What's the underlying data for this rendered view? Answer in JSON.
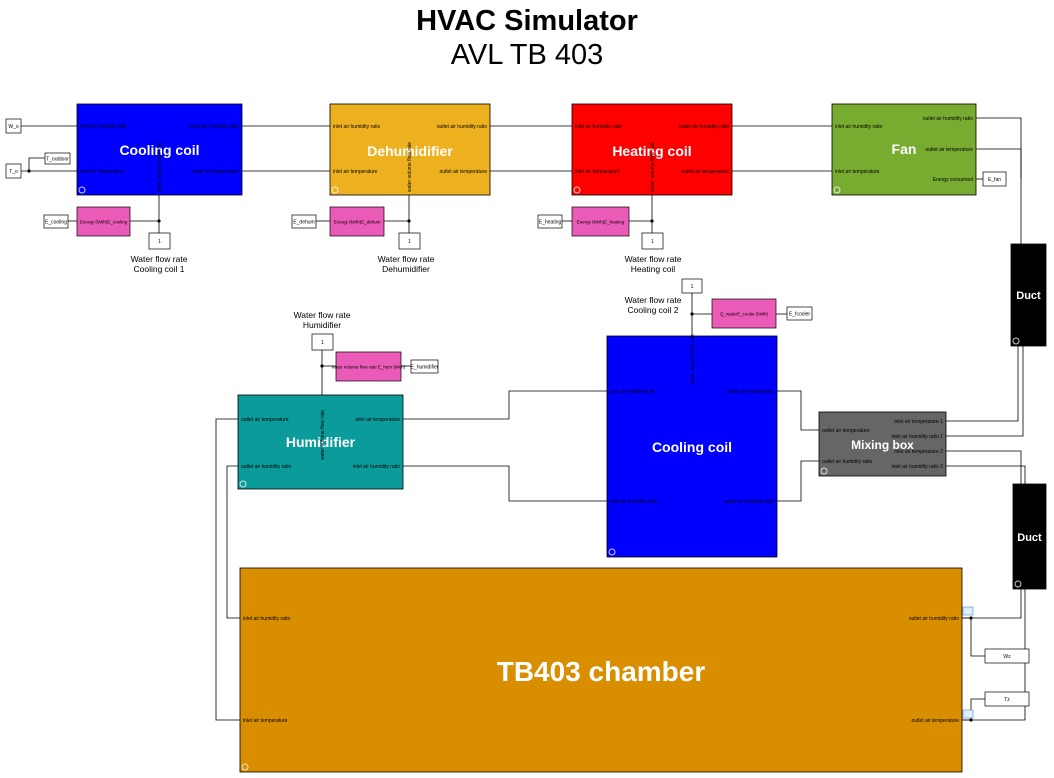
{
  "title": "HVAC Simulator",
  "subtitle": "AVL TB 403",
  "colors": {
    "cooling": "#0000ff",
    "dehumidifier": "#edb120",
    "heating": "#ff0000",
    "fan": "#77ac30",
    "humidifier": "#0b9b9b",
    "mixing": "#666666",
    "chamber": "#d98e00",
    "duct": "#000000",
    "energy": "#ea5bb8",
    "line": "#000000"
  },
  "blocks": {
    "cooling_coil_1": {
      "label": "Cooling coil",
      "ports": {
        "in_hum": "inlet air humidity ratio",
        "out_hum": "outlet air humidity ratio",
        "in_temp": "inlet air temperature",
        "out_temp": "outlet air temperature",
        "flow": "water volume flow rate"
      }
    },
    "dehumidifier": {
      "label": "Dehumidifier",
      "ports": {
        "in_hum": "inlet air humidity ratio",
        "out_hum": "outlet air humidity ratio",
        "in_temp": "inlet air temperature",
        "out_temp": "outlet air temperature",
        "flow": "water volume flow rate"
      }
    },
    "heating_coil": {
      "label": "Heating coil",
      "ports": {
        "in_hum": "inlet air humidity ratio",
        "out_hum": "outlet air humidity ratio",
        "in_temp": "inlet air temperature",
        "out_temp": "outlet air temperature",
        "flow": "water volume flow rate"
      }
    },
    "fan": {
      "label": "Fan",
      "ports": {
        "in_hum": "inlet air humidity ratio",
        "out_hum": "outlet air humidity ratio",
        "in_temp": "inlet air temperature",
        "out_temp": "outlet air temperature",
        "energy": "Energy consumed"
      }
    },
    "cooling_coil_2": {
      "label": "Cooling coil",
      "ports": {
        "in_temp": "inlet air temperature",
        "out_temp": "outlet air temperature",
        "in_hum": "inlet air humidity ratio",
        "out_hum": "outlet air humidity ratio",
        "flow": "water volume flow rate"
      }
    },
    "humidifier": {
      "label": "Humidifier",
      "ports": {
        "out_temp": "outlet air temperature",
        "in_temp": "inlet air temperature",
        "out_hum": "outlet air humidity ratio",
        "in_hum": "inlet air humidity ratio",
        "flow": "water volume flow rate"
      }
    },
    "mixing_box": {
      "label": "Mixing box",
      "ports": {
        "in_temp1": "inlet air temperature 1",
        "out_temp": "outlet air temperature",
        "in_hum1": "inlet air humidity ratio 1",
        "in_temp2": "inlet air temperature 2",
        "out_hum": "outlet air humidity ratio",
        "in_hum2": "inlet air humidity ratio 2"
      }
    },
    "chamber": {
      "label": "TB403 chamber",
      "ports": {
        "in_hum": "inlet air humidity ratio",
        "out_hum": "outlet air humidity ratio",
        "in_temp": "inlet air temperature",
        "out_temp": "outlet air temperature"
      }
    },
    "duct_1": {
      "label": "Duct"
    },
    "duct_2": {
      "label": "Duct"
    }
  },
  "energy_blocks": {
    "cooling_1": "Energy (kWh)E_cooling",
    "dehumidifier": "Energy (kWh)E_dehum",
    "heating": "Energy (kWh)E_heating",
    "cooling_2": "Q_waterE_cooler (kWh)",
    "humidifier": "water volume flow rate E_hum (kWh)"
  },
  "io": {
    "W_o": "W_o",
    "T_o": "T_o",
    "T_outdoor": "T_outdoor",
    "E_cooling": "E_cooling",
    "E_dehum": "E_dehum",
    "E_heating": "E_heating",
    "E_fan": "E_fan",
    "E_fcooler": "E_fcooler",
    "E_humidifier": "E_humidifier",
    "Wz": "Wz",
    "Tz": "Tz"
  },
  "constants": {
    "c1": "1",
    "c2": "1",
    "c3": "1",
    "c4": "1",
    "c5": "1"
  },
  "annotations": {
    "flow_cool1": "Water flow rate\nCooling coil 1",
    "flow_dehum": "Water flow rate\nDehumidifier",
    "flow_heat": "Water flow rate\nHeating coil",
    "flow_cool2": "Water flow rate\nCooling coil 2",
    "flow_humid": "Water flow rate\nHumidifier"
  }
}
